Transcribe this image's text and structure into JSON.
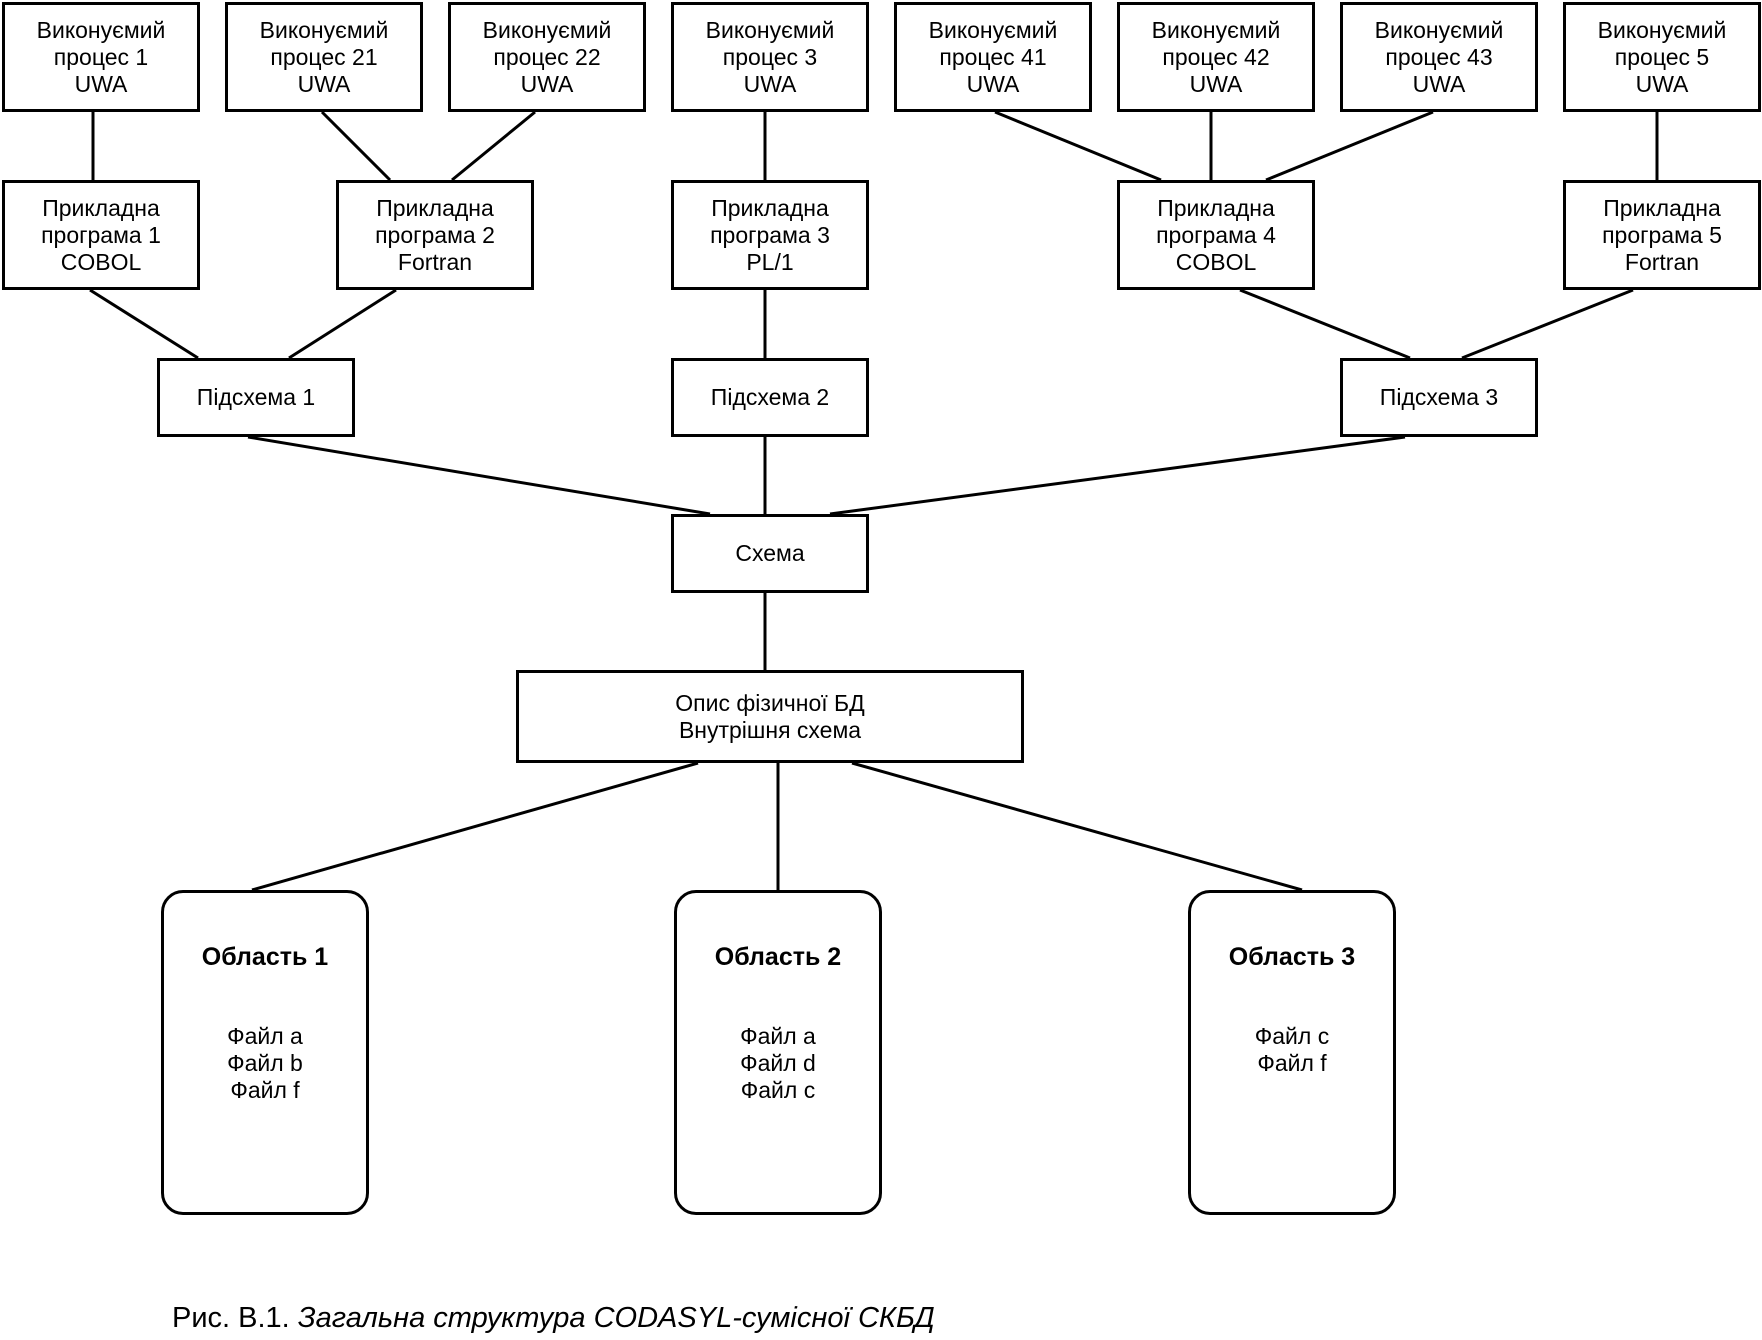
{
  "processes": [
    {
      "id": "p1",
      "lines": [
        "Виконуємий",
        "процес 1",
        "UWA"
      ]
    },
    {
      "id": "p21",
      "lines": [
        "Виконуємий",
        "процес 21",
        "UWA"
      ]
    },
    {
      "id": "p22",
      "lines": [
        "Виконуємий",
        "процес 22",
        "UWA"
      ]
    },
    {
      "id": "p3",
      "lines": [
        "Виконуємий",
        "процес 3",
        "UWA"
      ]
    },
    {
      "id": "p41",
      "lines": [
        "Виконуємий",
        "процес 41",
        "UWA"
      ]
    },
    {
      "id": "p42",
      "lines": [
        "Виконуємий",
        "процес 42",
        "UWA"
      ]
    },
    {
      "id": "p43",
      "lines": [
        "Виконуємий",
        "процес 43",
        "UWA"
      ]
    },
    {
      "id": "p5",
      "lines": [
        "Виконуємий",
        "процес 5",
        "UWA"
      ]
    }
  ],
  "programs": [
    {
      "id": "a1",
      "lines": [
        "Прикладна",
        "програма 1",
        "COBOL"
      ]
    },
    {
      "id": "a2",
      "lines": [
        "Прикладна",
        "програма 2",
        "Fortran"
      ]
    },
    {
      "id": "a3",
      "lines": [
        "Прикладна",
        "програма 3",
        "PL/1"
      ]
    },
    {
      "id": "a4",
      "lines": [
        "Прикладна",
        "програма 4",
        "COBOL"
      ]
    },
    {
      "id": "a5",
      "lines": [
        "Прикладна",
        "програма 5",
        "Fortran"
      ]
    }
  ],
  "subschemas": [
    {
      "id": "s1",
      "lines": [
        "Підсхема 1"
      ]
    },
    {
      "id": "s2",
      "lines": [
        "Підсхема 2"
      ]
    },
    {
      "id": "s3",
      "lines": [
        "Підсхема 3"
      ]
    }
  ],
  "schema": {
    "id": "schema",
    "lines": [
      "Схема"
    ]
  },
  "physical": {
    "id": "phys",
    "lines": [
      "Опис фізичної БД",
      "Внутрішня схема"
    ]
  },
  "areas": [
    {
      "id": "ar1",
      "title": "Область 1",
      "files": [
        "Файл a",
        "Файл b",
        "Файл f"
      ]
    },
    {
      "id": "ar2",
      "title": "Область 2",
      "files": [
        "Файл a",
        "Файл d",
        "Файл c"
      ]
    },
    {
      "id": "ar3",
      "title": "Область 3",
      "files": [
        "Файл c",
        "Файл f"
      ]
    }
  ],
  "edges": [
    [
      "p1",
      "a1"
    ],
    [
      "p21",
      "a2"
    ],
    [
      "p22",
      "a2"
    ],
    [
      "p3",
      "a3"
    ],
    [
      "p41",
      "a4"
    ],
    [
      "p42",
      "a4"
    ],
    [
      "p43",
      "a4"
    ],
    [
      "p5",
      "a5"
    ],
    [
      "a1",
      "s1"
    ],
    [
      "a2",
      "s1"
    ],
    [
      "a3",
      "s2"
    ],
    [
      "a4",
      "s3"
    ],
    [
      "a5",
      "s3"
    ],
    [
      "s1",
      "schema"
    ],
    [
      "s2",
      "schema"
    ],
    [
      "s3",
      "schema"
    ],
    [
      "schema",
      "phys"
    ],
    [
      "phys",
      "ar1"
    ],
    [
      "phys",
      "ar2"
    ],
    [
      "phys",
      "ar3"
    ]
  ],
  "caption": {
    "prefix": "Рис. В.1. ",
    "title": "Загальна структура CODASYL-сумісної СКБД"
  }
}
